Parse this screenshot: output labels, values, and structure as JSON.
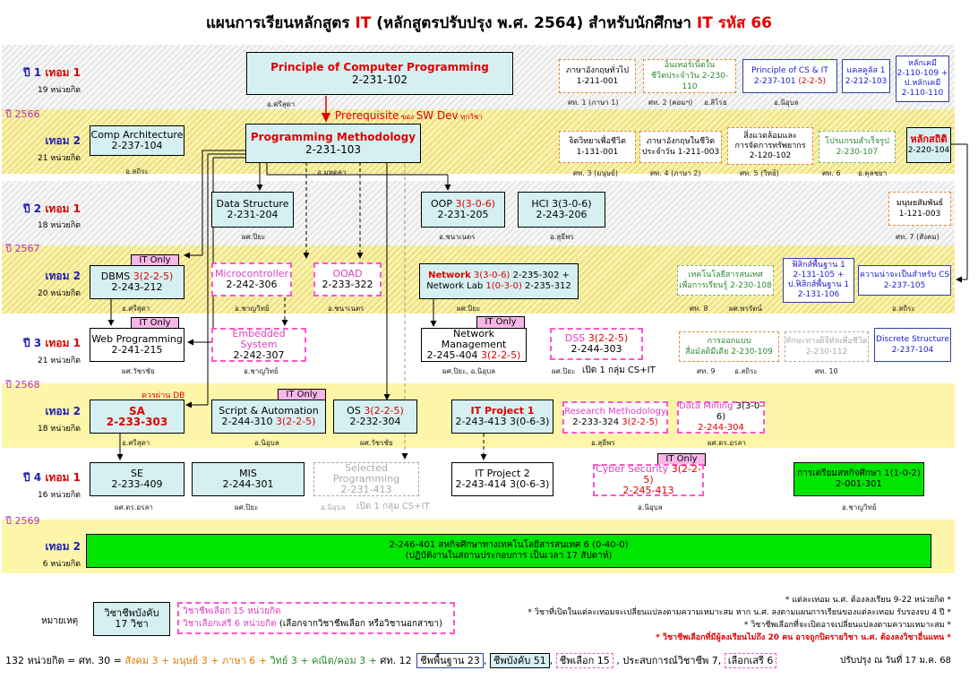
{
  "title_parts": {
    "a": "แผนการเรียนหลักสูตร ",
    "b": "IT",
    "c": " (หลักสูตรปรับปรุง พ.ศ. 2564)  สำหรับนักศึกษา ",
    "d": "IT รหัส 66"
  },
  "years": {
    "y2566": "ปี 2566",
    "y2567": "ปี 2567",
    "y2568": "ปี 2568",
    "y2569": "ปี 2569"
  },
  "semesters": {
    "s11": {
      "a": "ปี 1",
      "b": " เทอม 1",
      "c": "19 หน่วยกิต"
    },
    "s12": {
      "a": "เทอม 2",
      "c": "21 หน่วยกิต"
    },
    "s21": {
      "a": "ปี 2",
      "b": " เทอม 1",
      "c": "18 หน่วยกิต"
    },
    "s22": {
      "a": "เทอม 2",
      "c": "20 หน่วยกิต"
    },
    "s31": {
      "a": "ปี 3",
      "b": " เทอม 1",
      "c": "21 หน่วยกิต"
    },
    "s32": {
      "a": "เทอม 2",
      "c": "18 หน่วยกิต"
    },
    "s41": {
      "a": "ปี 4",
      "b": " เทอม 1",
      "c": "16 หน่วยกิต"
    },
    "s42": {
      "a": "เทอม 2",
      "c": "6 หน่วยกิต"
    }
  },
  "courses": {
    "pcp": {
      "name": "Principle of Computer Programming",
      "code": "2-231-102",
      "inst": "อ.ศรีสุดา"
    },
    "prereq": {
      "a": "Prerequisite",
      "b": " ของ ",
      "c": "SW Dev",
      "d": " ทุกวิชา"
    },
    "pm": {
      "name": "Programming Methodology",
      "code": "2-231-103",
      "inst": "อ.มหตลา"
    },
    "ca": {
      "name": "Comp Architecture",
      "code": "2-237-104",
      "inst": "อ.สถิระ"
    },
    "e1": {
      "l1": "ภาษาอังกฤษทั่วไป",
      "l2": "1-211-001",
      "n": "ศท. 1 (ภาษา 1)"
    },
    "e2": {
      "l1": "อินเทอร์เน็ตใน",
      "l2": "ชีวิตประจำวัน 2-230-110",
      "n": "ศท. 2 (คอมฯ)",
      "inst": "อ.สิโรธ"
    },
    "e3": {
      "l1": "Principle of CS & IT",
      "l2a": "2-237-101 ",
      "l2b": "(2-2-5)",
      "inst": "อ.นิอุบล"
    },
    "e4": {
      "l1": "แคลคูลัส 1",
      "l2": "2-212-103"
    },
    "e5": {
      "l1": "หลักเคมี",
      "l2": "2-110-109 +",
      "l3": "ป.หลักเคมี",
      "l4": "2-110-110"
    },
    "f1": {
      "l1": "จิตวิทยาเพื่อชีวิต",
      "l2": "1-131-001",
      "n": "ศท. 3 (มนุษย์)"
    },
    "f2": {
      "l1": "ภาษาอังกฤษในชีวิต",
      "l2": "ประจำวัน 1-211-003",
      "n": "ศท. 4 (ภาษา 2)"
    },
    "f3": {
      "l1": "สิ่งแวดล้อมและ",
      "l2": "การจัดการทรัพยากร",
      "l3": "2-120-102",
      "n": "ศท. 5 (วิทย์)"
    },
    "f4": {
      "l1": "โปรแกรมสำเร็จรูป",
      "l2": "2-230-107",
      "n": "ศท. 6",
      "inst": "อ.คุลชยา"
    },
    "f5": {
      "l1": "หลักสถิติ",
      "l2": "2-220-104"
    },
    "ds": {
      "name": "Data Structure",
      "code": "2-231-204",
      "inst": "ผศ.ปิยะ"
    },
    "oop": {
      "a": "OOP ",
      "b": "3(3-0-6)",
      "code": "2-231-205",
      "inst": "อ.ชนาเนตร"
    },
    "hci": {
      "name": "HCI  3(3-0-6)",
      "code": "2-243-206",
      "inst": "อ.สุธีพร"
    },
    "hum": {
      "l1": "มนุษยสัมพันธ์",
      "l2": "1-121-003",
      "n": "ศท. 7 (สังคม)"
    },
    "dbms": {
      "a": "DBMS ",
      "b": "3(2-2-5)",
      "code": "2-243-212",
      "inst": "อ.ศรีสุดา",
      "tag": "IT Only"
    },
    "micro": {
      "name": "Microcontroller",
      "code": "2-242-306",
      "inst": "อ.ชาญวิทย์"
    },
    "ooad": {
      "name": "OOAD",
      "code": "2-233-322",
      "inst": "อ.ชนาเนตร"
    },
    "net": {
      "a": "Network",
      "b": "  3(3-0-6)",
      "c": " 2-235-302 +",
      "d": "Network Lab ",
      "e": "1(0-3-0)",
      "f": " 2-235-312",
      "inst": "ผศ.ปิยะ"
    },
    "g1": {
      "l1": "เทคโนโลยีสารสนเทศ",
      "l2": "เพื่อการเรียนรู้ 2-230-108",
      "n": "ศท. 8",
      "inst": "ผศ.พรรัตน์"
    },
    "g2": {
      "l1": "ฟิสิกส์พื้นฐาน 1",
      "l2": "2-131-105 +",
      "l3": "ป.ฟิสิกส์พื้นฐาน 1",
      "l4": "2-131-106"
    },
    "g3": {
      "l1": "ความน่าจะเป็นสำหรับ CS",
      "l2": "2-237-105",
      "inst": "อ.สถิระ"
    },
    "web": {
      "name": "Web Programming",
      "code": "2-241-215",
      "inst": "ผศ.วัชรชัย",
      "tag": "IT Only"
    },
    "emb": {
      "name": "Embedded System",
      "code": "2-242-307",
      "inst": "อ.ชาญวิทย์"
    },
    "nm": {
      "name": "Network Management",
      "a": "2-245-404 ",
      "b": "3(2-2-5)",
      "inst": "ผศ.ปิยะ, อ.นิอุบล",
      "tag": "IT Only"
    },
    "dss": {
      "a": "DSS  ",
      "b": "3(2-2-5)",
      "code": "2-244-303",
      "inst": "ผศ.ปิยะ",
      "note": "เปิด 1 กลุ่ม CS+IT"
    },
    "h1": {
      "l1": "การออกแบบ",
      "l2": "สื่อมัลติมีเดีย 2-230-109",
      "n": "ศท. 9",
      "inst": "อ.สถิระ"
    },
    "h2": {
      "l1": "ทักษะทางดิจิทัลเพื่อชีวิต",
      "l2": "2-230-112",
      "n": "ศท. 10"
    },
    "disc": {
      "name": "Discrete Structure",
      "code": "2-237-104"
    },
    "sa": {
      "name": "SA",
      "code": "2-233-303",
      "inst": "อ.ศรีสุดา",
      "pre": "ควรผ่าน DB"
    },
    "script": {
      "name": "Script & Automation",
      "a": "2-244-310 ",
      "b": "3(2-2-5)",
      "inst": "อ.นิอุบล",
      "tag": "IT Only"
    },
    "os": {
      "a": "OS  ",
      "b": "3(2-2-5)",
      "code": "2-232-304",
      "inst": "ผศ.วัชรชัย"
    },
    "itp1": {
      "name": "IT Project 1",
      "code": "2-243-413  3(0-6-3)"
    },
    "rm": {
      "name": "Research Methodology",
      "a": "2-233-324 ",
      "b": "3(2-2-5)",
      "inst": "อ.สุธีพร"
    },
    "dm": {
      "a": "Data Mining",
      "b": "  3(3-0-6)",
      "code": "2-244-304",
      "inst": "ผศ.ดร.อรลา"
    },
    "se": {
      "name": "SE",
      "code": "2-233-409",
      "inst": "ผศ.ดร.อรลา"
    },
    "mis": {
      "name": "MIS",
      "code": "2-244-301",
      "inst": "ผศ.ปิยะ"
    },
    "selp": {
      "name": "Selected Programming",
      "code": "2-231-413",
      "inst": "อ.นิอุบล",
      "note": "เปิด 1 กลุ่ม CS+IT"
    },
    "itp2": {
      "name": "IT Project 2",
      "code": "2-243-414  3(0-6-3)"
    },
    "cyber": {
      "a": "Cyber Security ",
      "b": "3(2-2-5)",
      "code": "2-245-413",
      "inst": "อ.นิอุบล",
      "tag": "IT Only"
    },
    "prep": {
      "l1": "การเตรียมสหกิจศึกษา 1(1-0-2)",
      "l2": "2-001-301",
      "inst": "อ.ชาญวิทย์"
    },
    "coop": {
      "l1": "2-246-401  สหกิจศึกษาทางเทคโนโลยีสารสนเทศ  6 (0-40-0)",
      "l2": "(ปฏิบัติงานในสถานประกอบการ เป็นเวลา 17 สัปดาห์)"
    }
  },
  "legend": {
    "label": "หมายเหตุ",
    "req1": "วิชาชีพบังคับ",
    "req2": "17 วิชา",
    "el1": "วิชาชีพเลือก  15 หน่วยกิต",
    "el2a": "วิชาเลือกเสรี 6 หน่วยกิต",
    "el2b": " (เลือกจากวิชาชีพเลือก หรือวิชานอกสาขา)"
  },
  "notes": {
    "n1": "* แต่ละเทอม น.ศ. ต้องลงเรียน 9-22 หน่วยกิต *",
    "n2": "* วิชาที่เปิดในแต่ละเทอมจะเปลี่ยนแปลงตามความเหมาะสม  หาก น.ศ. ลงตามแผนการเรียนของแต่ละเทอม รับรองจบ 4 ปี *",
    "n3": "* วิชาชีพเลือกที่จะเปิดอาจเปลี่ยนแปลงตามความเหมาะสม *",
    "n4": "* วิชาชีพเลือกที่มีผู้ลงเรียนไม่ถึง 20 คน อาจถูกปิดรายวิชา น.ศ. ต้องลงวิชาอื่นแทน *"
  },
  "summary": {
    "a": "132 หน่วยกิต = ศท. 30 = ",
    "b": "สังคม 3 + ",
    "c": "มนุษย์ 3 + ",
    "d": "ภาษา 6 + ",
    "e": "วิทย์ 3 + ",
    "f": "คณิต/คอม 3 + ",
    "g": "ศท. 12",
    "h": "ชีพพื้นฐาน 23",
    "i": "ชีพบังคับ 51",
    "j": "ชีพเลือก 15",
    "k": ", ประสบการณ์วิชาชีพ 7,",
    "l": "เลือกเสรี 6",
    "upd": "ปรับปรุง ณ วันที่ 17 ม.ค. 68"
  },
  "colors": {
    "accent_red": "#e00000",
    "semester_blue": "#1d1db0",
    "year_purple": "#b030c0",
    "coop_green": "#00e600"
  }
}
